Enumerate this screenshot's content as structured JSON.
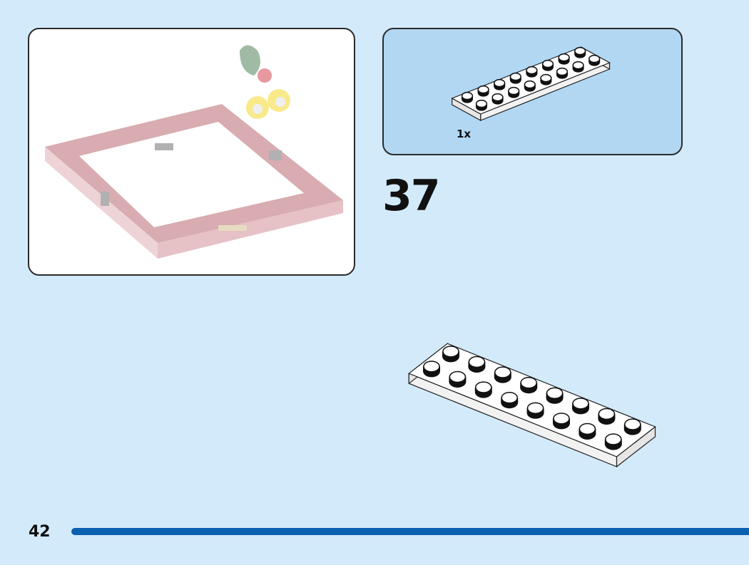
{
  "parts_callout": {
    "quantity": "1x",
    "part": "plate-2x8-white"
  },
  "step_number": "37",
  "page_number": "42",
  "colors": {
    "background": "#d3eafa",
    "callout": "#b1d7f3",
    "progress_bar": "#0a5fb0"
  }
}
